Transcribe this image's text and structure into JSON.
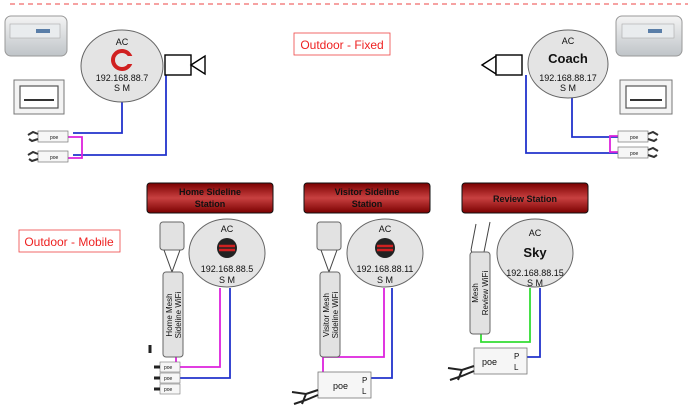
{
  "sections": {
    "fixed_label": "Outdoor - Fixed",
    "mobile_label": "Outdoor - Mobile"
  },
  "ac_nodes": {
    "left_fixed": {
      "title": "AC",
      "ip": "192.168.88.7",
      "sm": "S M"
    },
    "right_fixed": {
      "title": "AC",
      "name": "Coach",
      "ip": "192.168.88.17",
      "sm": "S M"
    },
    "home": {
      "title": "AC",
      "ip": "192.168.88.5",
      "sm": "S M"
    },
    "visitor": {
      "title": "AC",
      "ip": "192.168.88.11",
      "sm": "S M"
    },
    "review": {
      "title": "AC",
      "name": "Sky",
      "ip": "192.168.88.15",
      "sm": "S M"
    }
  },
  "stations": {
    "home": {
      "line1": "Home Sideline",
      "line2": "Station"
    },
    "visitor": {
      "line1": "Visitor Sideline",
      "line2": "Station"
    },
    "review": {
      "line1": "Review Station"
    }
  },
  "mesh_labels": {
    "home": {
      "line1": "Home Mesh",
      "line2": "Sideline WiFi"
    },
    "visitor": {
      "line1": "Visitor Mesh",
      "line2": "Sideline WiFi"
    },
    "review": {
      "line1": "Mesh",
      "line2": "Review WiFi"
    }
  },
  "poe": {
    "label": "poe",
    "p": "P",
    "l": "L"
  },
  "colors": {
    "blue": "#2233cc",
    "magenta": "#dd22dd",
    "green": "#33dd33",
    "station_dark": "#6b0000",
    "station_light": "#c43a3a",
    "red_text": "#ee2222",
    "node_fill": "#e4e4e4"
  }
}
